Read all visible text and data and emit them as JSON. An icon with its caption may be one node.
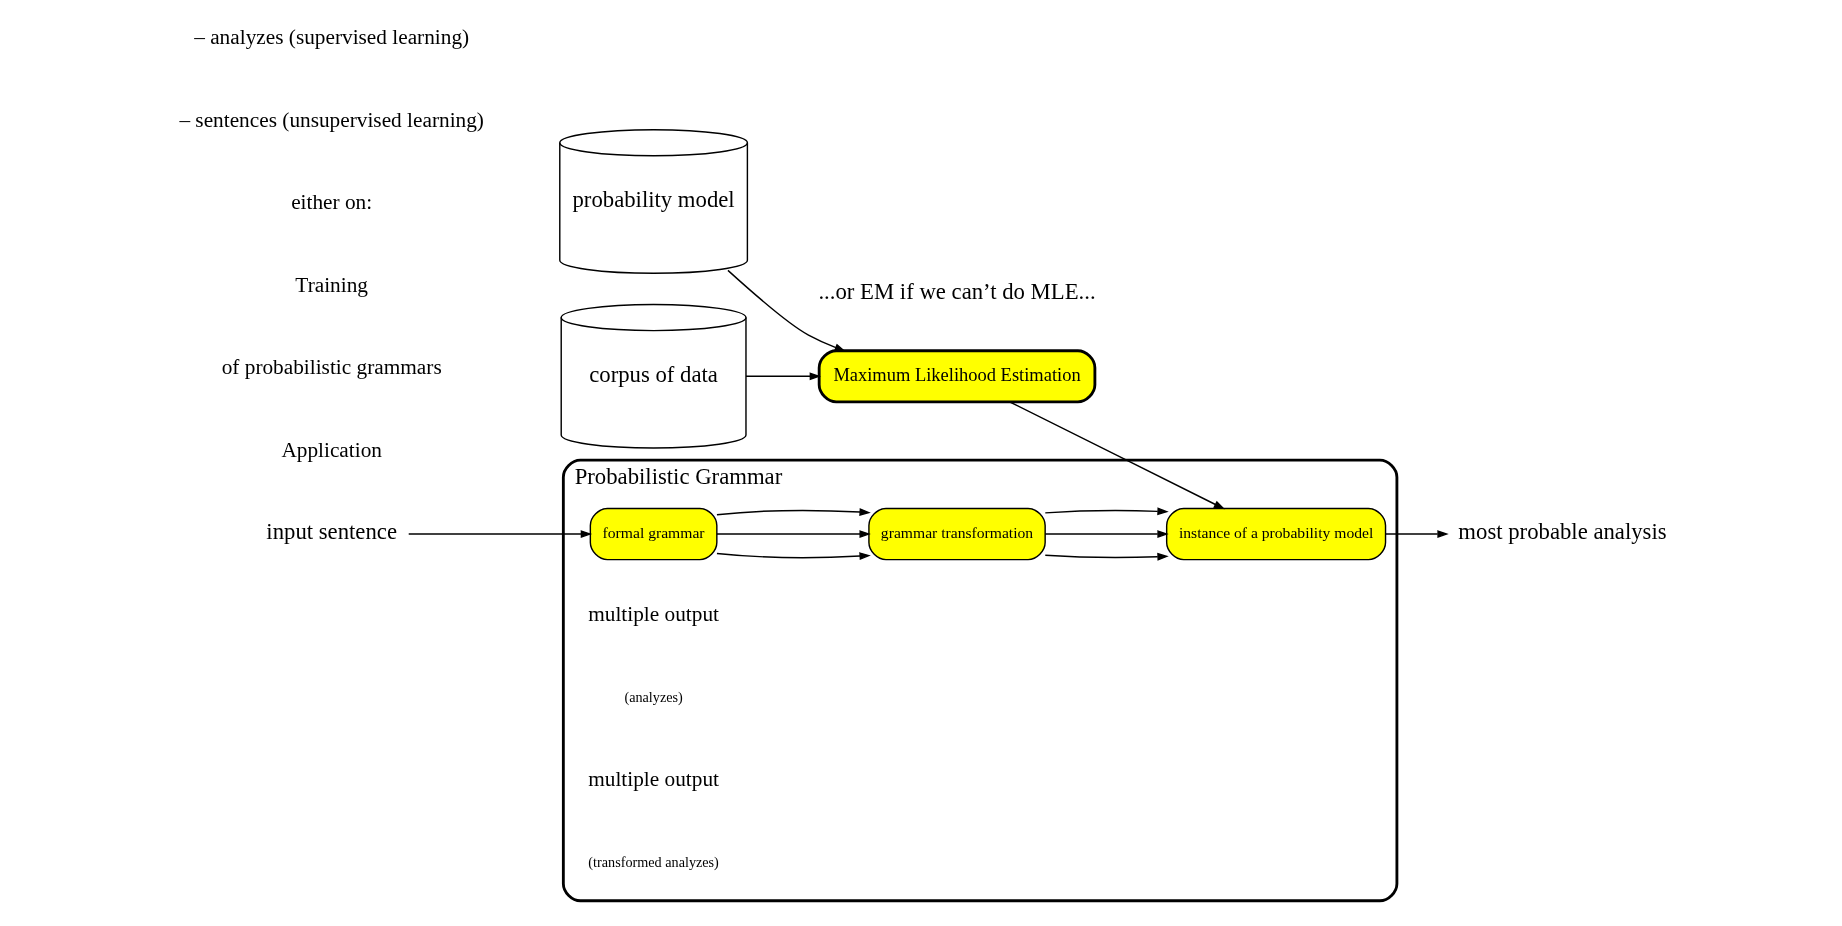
{
  "diagram": {
    "nodes": [
      {
        "text": [
          "Probabilistic Grammar"
        ]
      },
      {
        "text": [
          "formal grammar"
        ],
        "in": 0
      },
      {
        "text": [
          "grammar transformation"
        ],
        "in": 0
      },
      {
        "text": [
          "instance of a probability model"
        ],
        "in": 0
      },
      {
        "text": [
          "input sentence"
        ]
      },
      {
        "text": [
          "most probable analysis"
        ]
      },
      {
        "text": [
          "Maximum Likelihood Estimation"
        ],
        "beside": [
          "...or EM if we can’t do MLE..."
        ]
      },
      {
        "text": [
          "probability model"
        ]
      },
      {
        "text": [
          "corpus of data"
        ]
      }
    ],
    "edges": [
      {
        "from": 4,
        "to": 1,
        "arrow": "to"
      },
      {
        "from": 1,
        "to": 2,
        "arrow": "to"
      },
      {
        "from": 1,
        "to": 2,
        "arrow": "to"
      },
      {
        "from": 1,
        "to": 2,
        "arrow": "to"
      },
      {
        "from": 2,
        "to": 3,
        "arrow": "to"
      },
      {
        "from": 2,
        "to": 3,
        "arrow": "to"
      },
      {
        "from": 2,
        "to": 3,
        "arrow": "to"
      },
      {
        "from": 3,
        "to": 5,
        "arrow": "to"
      },
      {
        "from": 6,
        "to": 3,
        "arrow": "to"
      },
      {
        "from": 7,
        "to": 6,
        "arrow": "to"
      },
      {
        "from": 8,
        "to": 6,
        "arrow": "to"
      }
    ],
    "labels": [
      "multiple output",
      "(analyzes)",
      "multiple output",
      "(transformed analyzes)",
      "Application",
      "of probabilistic grammars",
      "Training",
      "either on:",
      "– sentences (unsupervised learning)",
      "– analyzes (supervised learning)"
    ]
  }
}
